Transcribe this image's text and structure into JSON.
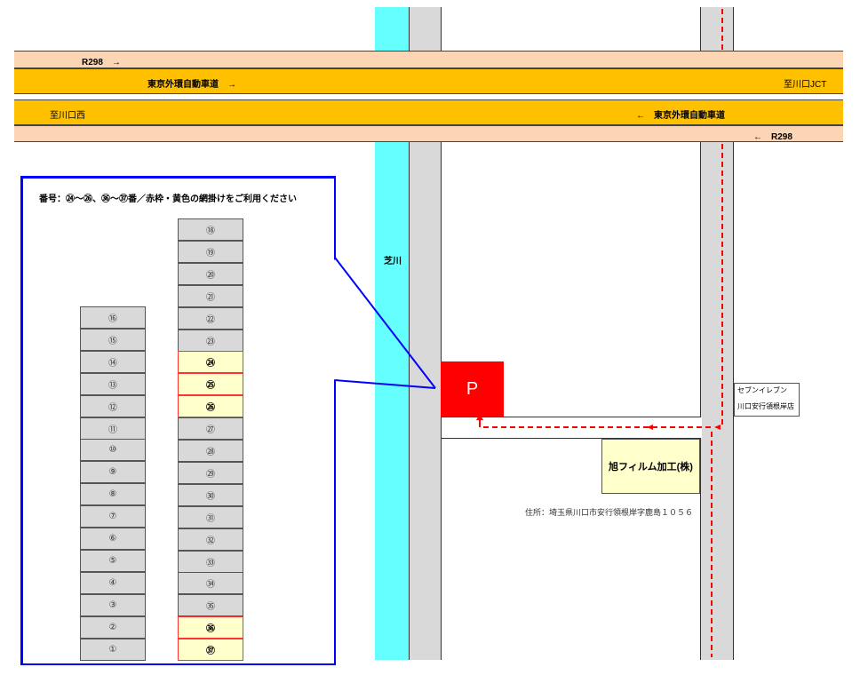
{
  "roads": {
    "r298_top": "R298　→",
    "expressway_top": "東京外環自動車道　→",
    "jct_label": "至川口JCT",
    "west_label": "至川口西",
    "expressway_bottom": "←　東京外環自動車道",
    "r298_bottom": "←　R298"
  },
  "river_label": "芝川",
  "parking_label": "P",
  "company_label": "旭フィルム加工(株)",
  "address": "住所：埼玉県川口市安行領根岸字鹿島１０５６",
  "store": {
    "line1": "セブンイレブン",
    "line2": "川口安行領根岸店"
  },
  "panel": {
    "title": "番号：㉔～㉖、㊱～㊲番／赤枠・黄色の網掛けをご利用ください",
    "left_slots": [
      "⑯",
      "⑮",
      "⑭",
      "⑬",
      "⑫",
      "⑪",
      "⑩",
      "⑨",
      "⑧",
      "⑦",
      "⑥",
      "⑤",
      "④",
      "③",
      "②",
      "①"
    ],
    "right_slots": [
      "⑱",
      "⑲",
      "⑳",
      "㉑",
      "㉒",
      "㉓",
      "㉔",
      "㉕",
      "㉖",
      "㉗",
      "㉘",
      "㉙",
      "㉚",
      "㉛",
      "㉜",
      "㉝",
      "㉞",
      "㉟",
      "㊱",
      "㊲"
    ],
    "highlighted": [
      "㉔",
      "㉕",
      "㉖",
      "㊱",
      "㊲"
    ]
  },
  "colors": {
    "river": "#66ffff",
    "expressway": "#ffc000",
    "r298": "#fcd5b4",
    "parking": "#ff0000",
    "highlight_fill": "#ffffcc",
    "highlight_border": "#ff3333",
    "panel_border": "#0000ff",
    "route": "#ff0000"
  }
}
